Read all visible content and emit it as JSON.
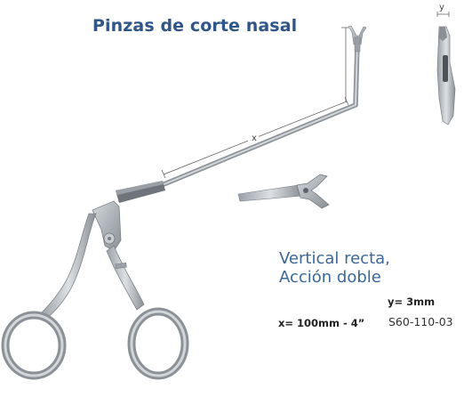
{
  "title": "Pinzas de corte nasal",
  "description": {
    "line1": "Vertical recta,",
    "line2": "Acción doble"
  },
  "specs": {
    "y": "y= 3mm",
    "x": "x= 100mm - 4”",
    "code": "S60-110-03"
  },
  "dimension_labels": {
    "x": "x",
    "y": "y"
  },
  "colors": {
    "title": "#2f5686",
    "description": "#3a6898",
    "steel": "#b9bdc2"
  }
}
